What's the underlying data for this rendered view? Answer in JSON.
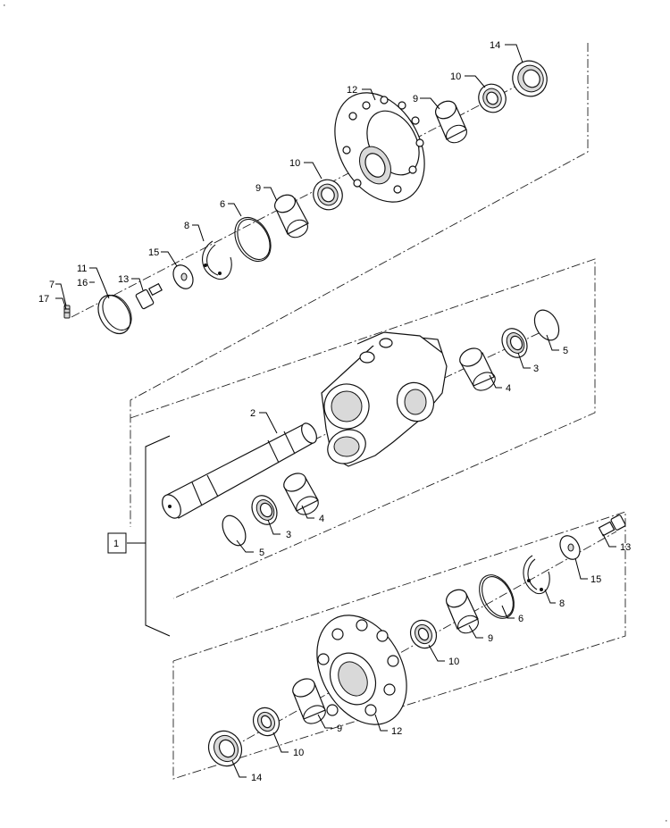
{
  "diagram": {
    "callouts": {
      "c1": "1",
      "c2": "2",
      "c3a": "3",
      "c3b": "3",
      "c4a": "4",
      "c4b": "4",
      "c5a": "5",
      "c5b": "5",
      "c6a": "6",
      "c6b": "6",
      "c7": "7",
      "c8a": "8",
      "c8b": "8",
      "c9a": "9",
      "c9b": "9",
      "c9c": "9",
      "c9d": "9",
      "c10a": "10",
      "c10b": "10",
      "c10c": "10",
      "c10d": "10",
      "c11": "11",
      "c12a": "12",
      "c12b": "12",
      "c13a": "13",
      "c13b": "13",
      "c14a": "14",
      "c14b": "14",
      "c15a": "15",
      "c15b": "15",
      "c16": "16",
      "c17": "17"
    },
    "corner_marks": {
      "top_left": "·",
      "bottom_right": "·"
    }
  }
}
